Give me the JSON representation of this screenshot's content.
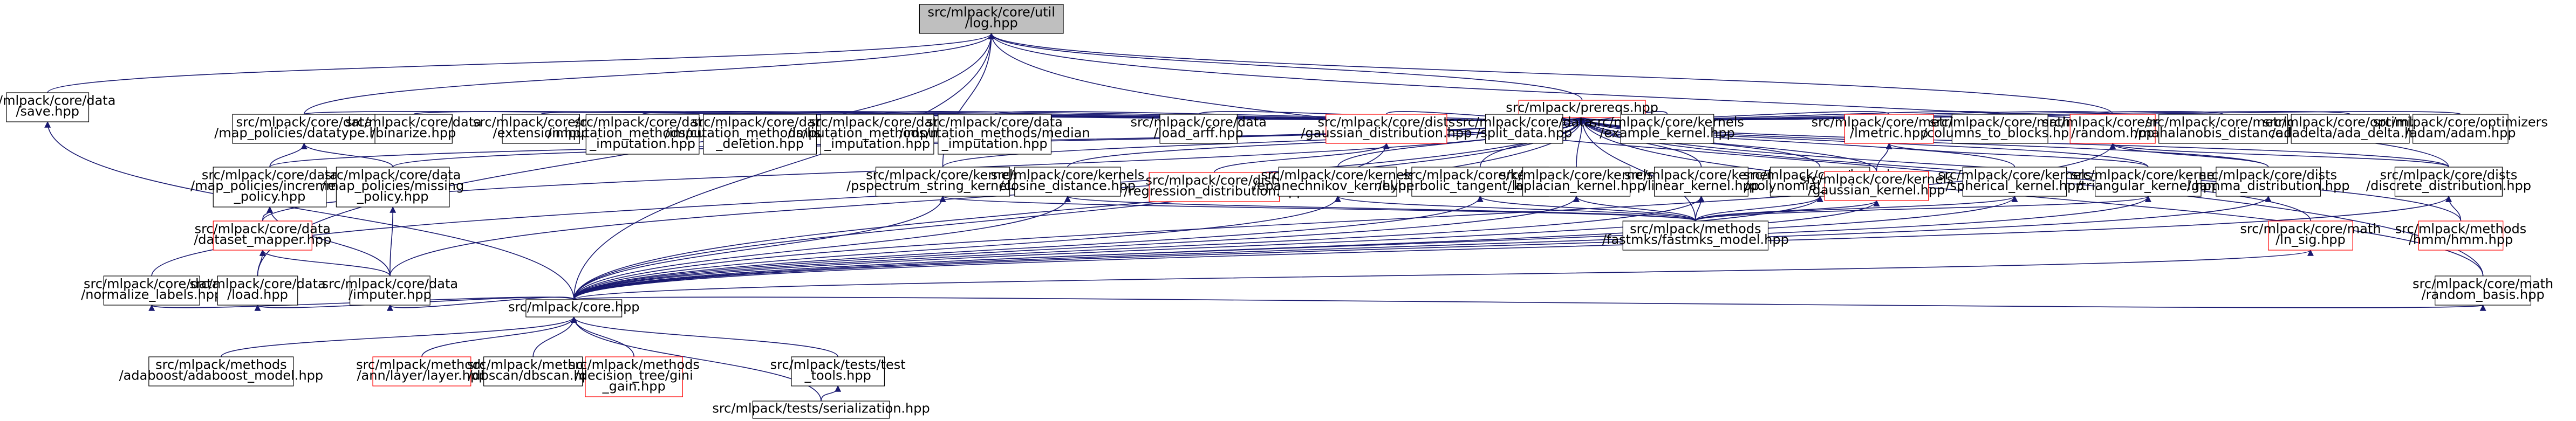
{
  "colors": {
    "edge": "#191970",
    "node_border": "#000000",
    "node_border_incomplete": "#ff0000",
    "node_fill": "#ffffff",
    "root_fill": "#bfbfbf"
  },
  "nodes": [
    {
      "id": "root",
      "lines": [
        "src/mlpack/core/util",
        "/log.hpp"
      ],
      "style": "root"
    },
    {
      "id": "data_save",
      "lines": [
        "src/mlpack/core/data",
        "/save.hpp"
      ],
      "style": "normal"
    },
    {
      "id": "prereqs",
      "lines": [
        "src/mlpack/prereqs.hpp"
      ],
      "style": "incomplete"
    },
    {
      "id": "datatype",
      "lines": [
        "src/mlpack/core/data",
        "/map_policies/datatype.hpp"
      ],
      "style": "normal"
    },
    {
      "id": "binarize",
      "lines": [
        "src/mlpack/core/data",
        "/binarize.hpp"
      ],
      "style": "normal"
    },
    {
      "id": "extension",
      "lines": [
        "src/mlpack/core/data",
        "/extension.hpp"
      ],
      "style": "normal"
    },
    {
      "id": "custom_imp",
      "lines": [
        "src/mlpack/core/data",
        "/imputation_methods/custom",
        "_imputation.hpp"
      ],
      "style": "normal"
    },
    {
      "id": "listwise",
      "lines": [
        "src/mlpack/core/data",
        "/imputation_methods/listwise",
        "_deletion.hpp"
      ],
      "style": "normal"
    },
    {
      "id": "mean_imp",
      "lines": [
        "src/mlpack/core/data",
        "/imputation_methods/mean",
        "_imputation.hpp"
      ],
      "style": "normal"
    },
    {
      "id": "median_imp",
      "lines": [
        "src/mlpack/core/data",
        "/imputation_methods/median",
        "_imputation.hpp"
      ],
      "style": "normal"
    },
    {
      "id": "load_arff",
      "lines": [
        "src/mlpack/core/data",
        "/load_arff.hpp"
      ],
      "style": "normal"
    },
    {
      "id": "gauss_dist",
      "lines": [
        "src/mlpack/core/dists",
        "/gaussian_distribution.hpp"
      ],
      "style": "incomplete"
    },
    {
      "id": "split_data",
      "lines": [
        "src/mlpack/core/data",
        "/split_data.hpp"
      ],
      "style": "normal"
    },
    {
      "id": "example_kernel",
      "lines": [
        "src/mlpack/core/kernels",
        "/example_kernel.hpp"
      ],
      "style": "normal"
    },
    {
      "id": "lmetric",
      "lines": [
        "src/mlpack/core/metrics",
        "/lmetric.hpp"
      ],
      "style": "incomplete"
    },
    {
      "id": "col2blocks",
      "lines": [
        "src/mlpack/core/math",
        "/columns_to_blocks.hpp"
      ],
      "style": "normal"
    },
    {
      "id": "random",
      "lines": [
        "src/mlpack/core/math",
        "/random.hpp"
      ],
      "style": "incomplete"
    },
    {
      "id": "mahal",
      "lines": [
        "src/mlpack/core/metrics",
        "/mahalanobis_distance.hpp"
      ],
      "style": "normal"
    },
    {
      "id": "adadelta",
      "lines": [
        "src/mlpack/core/optimizers",
        "/adadelta/ada_delta.hpp"
      ],
      "style": "normal"
    },
    {
      "id": "adam",
      "lines": [
        "src/mlpack/core/optimizers",
        "/adam/adam.hpp"
      ],
      "style": "normal"
    },
    {
      "id": "increment",
      "lines": [
        "src/mlpack/core/data",
        "/map_policies/increment",
        "_policy.hpp"
      ],
      "style": "normal"
    },
    {
      "id": "missing",
      "lines": [
        "src/mlpack/core/data",
        "/map_policies/missing",
        "_policy.hpp"
      ],
      "style": "normal"
    },
    {
      "id": "pspectrum",
      "lines": [
        "src/mlpack/core/kernels",
        "/pspectrum_string_kernel.hpp"
      ],
      "style": "normal"
    },
    {
      "id": "cosine",
      "lines": [
        "src/mlpack/core/kernels",
        "/cosine_distance.hpp"
      ],
      "style": "normal"
    },
    {
      "id": "regression",
      "lines": [
        "src/mlpack/core/dists",
        "/regression_distribution.hpp"
      ],
      "style": "incomplete"
    },
    {
      "id": "epanechnikov",
      "lines": [
        "src/mlpack/core/kernels",
        "/epanechnikov_kernel.hpp"
      ],
      "style": "normal"
    },
    {
      "id": "hyperbolic",
      "lines": [
        "src/mlpack/core/kernels",
        "/hyperbolic_tangent_kernel.hpp"
      ],
      "style": "normal"
    },
    {
      "id": "laplacian",
      "lines": [
        "src/mlpack/core/kernels",
        "/laplacian_kernel.hpp"
      ],
      "style": "normal"
    },
    {
      "id": "linear_k",
      "lines": [
        "src/mlpack/core/kernels",
        "/linear_kernel.hpp"
      ],
      "style": "normal"
    },
    {
      "id": "poly_k",
      "lines": [
        "src/mlpack/core/kernels",
        "/polynomial_kernel.hpp"
      ],
      "style": "normal"
    },
    {
      "id": "gauss_k",
      "lines": [
        "src/mlpack/core/kernels",
        "/gaussian_kernel.hpp"
      ],
      "style": "incomplete"
    },
    {
      "id": "spherical",
      "lines": [
        "src/mlpack/core/kernels",
        "/spherical_kernel.hpp"
      ],
      "style": "normal"
    },
    {
      "id": "triangular",
      "lines": [
        "src/mlpack/core/kernels",
        "/triangular_kernel.hpp"
      ],
      "style": "normal"
    },
    {
      "id": "gamma",
      "lines": [
        "src/mlpack/core/dists",
        "/gamma_distribution.hpp"
      ],
      "style": "normal"
    },
    {
      "id": "discrete",
      "lines": [
        "src/mlpack/core/dists",
        "/discrete_distribution.hpp"
      ],
      "style": "normal"
    },
    {
      "id": "dataset_mapper",
      "lines": [
        "src/mlpack/core/data",
        "/dataset_mapper.hpp"
      ],
      "style": "incomplete"
    },
    {
      "id": "fastmks",
      "lines": [
        "src/mlpack/methods",
        "/fastmks/fastmks_model.hpp"
      ],
      "style": "normal"
    },
    {
      "id": "ln_sig",
      "lines": [
        "src/mlpack/core/math",
        "/ln_sig.hpp"
      ],
      "style": "incomplete"
    },
    {
      "id": "hmm",
      "lines": [
        "src/mlpack/methods",
        "/hmm/hmm.hpp"
      ],
      "style": "incomplete"
    },
    {
      "id": "normalize",
      "lines": [
        "src/mlpack/core/data",
        "/normalize_labels.hpp"
      ],
      "style": "normal"
    },
    {
      "id": "load",
      "lines": [
        "src/mlpack/core/data",
        "/load.hpp"
      ],
      "style": "normal"
    },
    {
      "id": "imputer",
      "lines": [
        "src/mlpack/core/data",
        "/imputer.hpp"
      ],
      "style": "normal"
    },
    {
      "id": "random_basis",
      "lines": [
        "src/mlpack/core/math",
        "/random_basis.hpp"
      ],
      "style": "normal"
    },
    {
      "id": "core",
      "lines": [
        "src/mlpack/core.hpp"
      ],
      "style": "normal"
    },
    {
      "id": "adaboost",
      "lines": [
        "src/mlpack/methods",
        "/adaboost/adaboost_model.hpp"
      ],
      "style": "normal"
    },
    {
      "id": "ann",
      "lines": [
        "src/mlpack/methods",
        "/ann/layer/layer.hpp"
      ],
      "style": "incomplete"
    },
    {
      "id": "dbscan",
      "lines": [
        "src/mlpack/methods",
        "/dbscan/dbscan.hpp"
      ],
      "style": "normal"
    },
    {
      "id": "dtree",
      "lines": [
        "src/mlpack/methods",
        "/decision_tree/gini",
        "_gain.hpp"
      ],
      "style": "incomplete"
    },
    {
      "id": "test_tools",
      "lines": [
        "src/mlpack/tests/test",
        "_tools.hpp"
      ],
      "style": "normal"
    },
    {
      "id": "serialization",
      "lines": [
        "src/mlpack/tests/serialization.hpp"
      ],
      "style": "normal"
    }
  ],
  "edges": [
    [
      "root",
      "data_save"
    ],
    [
      "root",
      "prereqs"
    ],
    [
      "root",
      "datatype"
    ],
    [
      "root",
      "pspectrum"
    ],
    [
      "root",
      "random"
    ],
    [
      "root",
      "discrete"
    ],
    [
      "root",
      "random_basis"
    ],
    [
      "root",
      "load"
    ],
    [
      "root",
      "core"
    ],
    [
      "data_save",
      "core"
    ],
    [
      "prereqs",
      "datatype"
    ],
    [
      "prereqs",
      "binarize"
    ],
    [
      "prereqs",
      "extension"
    ],
    [
      "prereqs",
      "custom_imp"
    ],
    [
      "prereqs",
      "listwise"
    ],
    [
      "prereqs",
      "mean_imp"
    ],
    [
      "prereqs",
      "median_imp"
    ],
    [
      "prereqs",
      "load_arff"
    ],
    [
      "prereqs",
      "gauss_dist"
    ],
    [
      "prereqs",
      "split_data"
    ],
    [
      "prereqs",
      "example_kernel"
    ],
    [
      "prereqs",
      "lmetric"
    ],
    [
      "prereqs",
      "col2blocks"
    ],
    [
      "prereqs",
      "random"
    ],
    [
      "prereqs",
      "mahal"
    ],
    [
      "prereqs",
      "adadelta"
    ],
    [
      "prereqs",
      "adam"
    ],
    [
      "prereqs",
      "increment"
    ],
    [
      "prereqs",
      "missing"
    ],
    [
      "prereqs",
      "pspectrum"
    ],
    [
      "prereqs",
      "cosine"
    ],
    [
      "prereqs",
      "epanechnikov"
    ],
    [
      "prereqs",
      "hyperbolic"
    ],
    [
      "prereqs",
      "laplacian"
    ],
    [
      "prereqs",
      "linear_k"
    ],
    [
      "prereqs",
      "poly_k"
    ],
    [
      "prereqs",
      "gauss_k"
    ],
    [
      "prereqs",
      "spherical"
    ],
    [
      "prereqs",
      "triangular"
    ],
    [
      "prereqs",
      "gamma"
    ],
    [
      "prereqs",
      "discrete"
    ],
    [
      "prereqs",
      "dataset_mapper"
    ],
    [
      "prereqs",
      "fastmks"
    ],
    [
      "prereqs",
      "ln_sig"
    ],
    [
      "prereqs",
      "hmm"
    ],
    [
      "prereqs",
      "normalize"
    ],
    [
      "prereqs",
      "imputer"
    ],
    [
      "prereqs",
      "random_basis"
    ],
    [
      "prereqs",
      "core"
    ],
    [
      "datatype",
      "increment"
    ],
    [
      "datatype",
      "missing"
    ],
    [
      "increment",
      "dataset_mapper"
    ],
    [
      "increment",
      "imputer"
    ],
    [
      "missing",
      "imputer"
    ],
    [
      "dataset_mapper",
      "load"
    ],
    [
      "dataset_mapper",
      "imputer"
    ],
    [
      "gauss_dist",
      "regression"
    ],
    [
      "gauss_dist",
      "core"
    ],
    [
      "pspectrum",
      "fastmks"
    ],
    [
      "pspectrum",
      "core"
    ],
    [
      "cosine",
      "fastmks"
    ],
    [
      "cosine",
      "core"
    ],
    [
      "epanechnikov",
      "fastmks"
    ],
    [
      "epanechnikov",
      "core"
    ],
    [
      "hyperbolic",
      "fastmks"
    ],
    [
      "hyperbolic",
      "core"
    ],
    [
      "laplacian",
      "fastmks"
    ],
    [
      "laplacian",
      "core"
    ],
    [
      "linear_k",
      "fastmks"
    ],
    [
      "linear_k",
      "core"
    ],
    [
      "poly_k",
      "fastmks"
    ],
    [
      "poly_k",
      "core"
    ],
    [
      "gauss_k",
      "fastmks"
    ],
    [
      "gauss_k",
      "core"
    ],
    [
      "spherical",
      "fastmks"
    ],
    [
      "spherical",
      "core"
    ],
    [
      "triangular",
      "fastmks"
    ],
    [
      "triangular",
      "core"
    ],
    [
      "lmetric",
      "gauss_k"
    ],
    [
      "lmetric",
      "triangular"
    ],
    [
      "random",
      "gamma"
    ],
    [
      "random",
      "discrete"
    ],
    [
      "random",
      "core"
    ],
    [
      "gamma",
      "core"
    ],
    [
      "discrete",
      "hmm"
    ],
    [
      "discrete",
      "core"
    ],
    [
      "ln_sig",
      "core"
    ],
    [
      "random_basis",
      "core"
    ],
    [
      "normalize",
      "core"
    ],
    [
      "load",
      "core"
    ],
    [
      "imputer",
      "core"
    ],
    [
      "core",
      "adaboost"
    ],
    [
      "core",
      "ann"
    ],
    [
      "core",
      "dbscan"
    ],
    [
      "core",
      "dtree"
    ],
    [
      "core",
      "test_tools"
    ],
    [
      "core",
      "serialization"
    ],
    [
      "test_tools",
      "serialization"
    ]
  ]
}
